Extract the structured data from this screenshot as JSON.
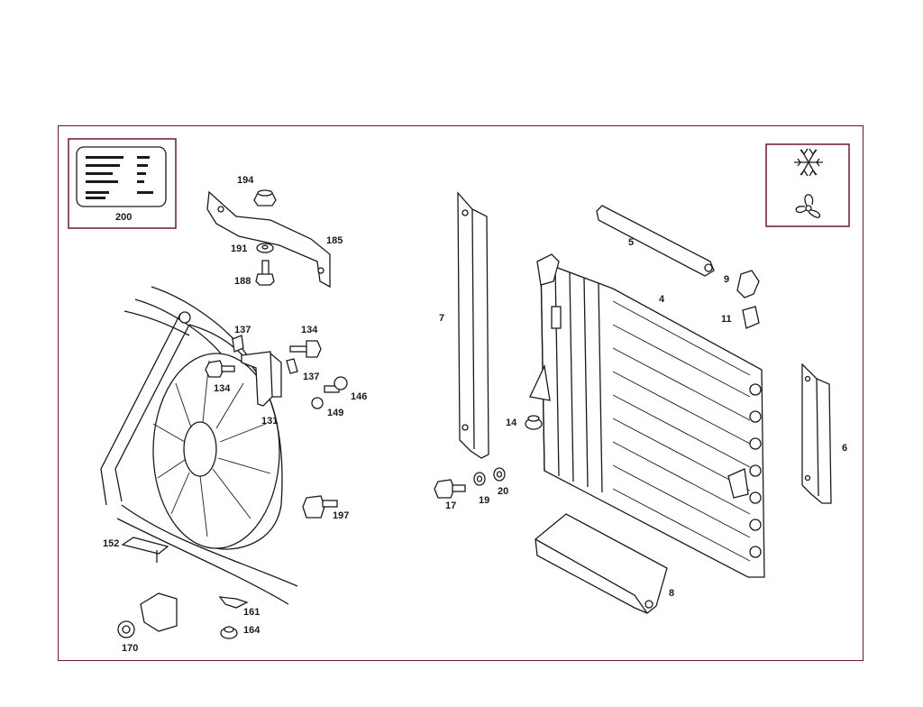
{
  "diagram": {
    "part_labels": {
      "p194": "194",
      "p185": "185",
      "p191": "191",
      "p188": "188",
      "p137a": "137",
      "p134a": "134",
      "p137b": "137",
      "p134b": "134",
      "p146": "146",
      "p149": "149",
      "p131": "131",
      "p197": "197",
      "p152": "152",
      "p161": "161",
      "p164": "164",
      "p170": "170",
      "p200": "200",
      "p7": "7",
      "p5": "5",
      "p4": "4",
      "p9": "9",
      "p11": "11",
      "p14": "14",
      "p6": "6",
      "p17": "17",
      "p19": "19",
      "p20": "20",
      "p8": "8"
    },
    "icons": [
      "snowflake-icon",
      "fan-icon"
    ],
    "colors": {
      "frame": "#6b1a2a",
      "lines": "#1a1a1a",
      "background": "#ffffff"
    }
  }
}
